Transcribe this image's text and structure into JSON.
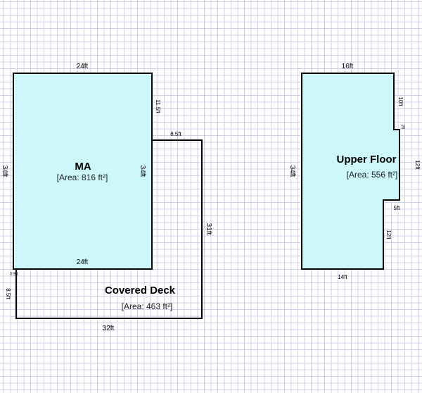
{
  "colors": {
    "room_fill": "#ccf7fb",
    "wall": "#000000",
    "grid": "#cdd1e8"
  },
  "rooms": [
    {
      "id": "ma",
      "name": "MA",
      "area": "[Area: 816 ft²]",
      "dims": {
        "top": "24ft",
        "bottom": "24ft",
        "left": "34ft",
        "right_inner": "34ft",
        "right_upper": "11.5ft"
      }
    },
    {
      "id": "deck",
      "name": "Covered Deck",
      "area": "[Area: 463 ft²]",
      "dims": {
        "top": "8.5ft",
        "right": "31ft",
        "bottom": "32ft",
        "left": "8.5ft",
        "left_small": "0.5ft"
      }
    },
    {
      "id": "upper",
      "name": "Upper Floor",
      "area": "[Area: 556 ft²]",
      "dims": {
        "top": "16ft",
        "left": "34ft",
        "right_top": "10ft",
        "notch_small": "2ft",
        "right_mid": "12ft",
        "notch_step": "5ft",
        "right_bottom": "12ft",
        "bottom": "14ft"
      }
    }
  ]
}
